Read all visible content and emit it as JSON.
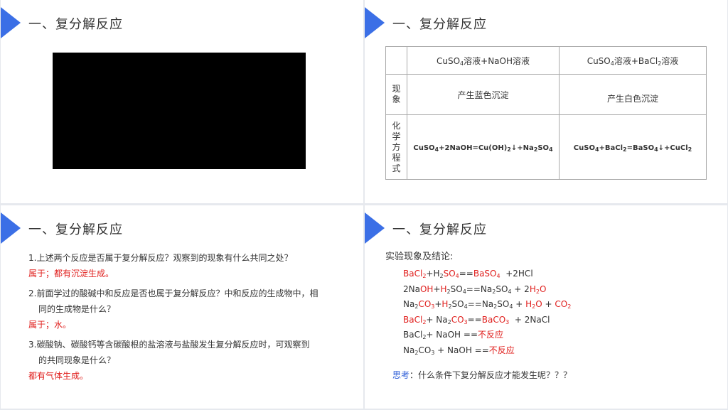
{
  "slide_title": "一、复分解反应",
  "table": {
    "col1_header": [
      "CuSO",
      "4",
      "溶液+NaOH溶液"
    ],
    "col2_header": [
      "CuSO",
      "4",
      "溶液+BaCl",
      "2",
      "溶液"
    ],
    "row_phenomenon_label": "现象",
    "row_equation_label": "化学方程式",
    "phenomenon_1": "产生蓝色沉淀",
    "phenomenon_2": "产生白色沉淀",
    "equation_1": [
      "CuSO",
      "4",
      "+2NaOH=Cu(OH)",
      "2",
      "↓+Na",
      "2",
      "SO",
      "4"
    ],
    "equation_2": [
      "CuSO",
      "4",
      "+BaCl",
      "2",
      "=BaSO",
      "4",
      "↓+CuCl",
      "2"
    ]
  },
  "questions": [
    {
      "q": "1.上述两个反应是否属于复分解反应？观察到的现象有什么共同之处？",
      "q_cont": "",
      "a": "属于；都有沉淀生成。"
    },
    {
      "q": "2.前面学过的酸碱中和反应是否也属于复分解反应？中和反应的生成物中，相",
      "q_cont": "同的生成物是什么？",
      "a": "属于；水。"
    },
    {
      "q": "3.碳酸钠、碳酸钙等含碳酸根的盐溶液与盐酸发生复分解反应时，可观察到",
      "q_cont": "的共同现象是什么？",
      "a": "都有气体生成。"
    }
  ],
  "conclusion": {
    "heading": "实验现象及结论:",
    "think_label": "思考",
    "think_text": "：什么条件下复分解反应才能发生呢？？？",
    "no_reaction": "不反应"
  },
  "colors": {
    "accent": "#3b6fe6",
    "answer_red": "#e0201e",
    "think_blue": "#2a5bd7"
  }
}
